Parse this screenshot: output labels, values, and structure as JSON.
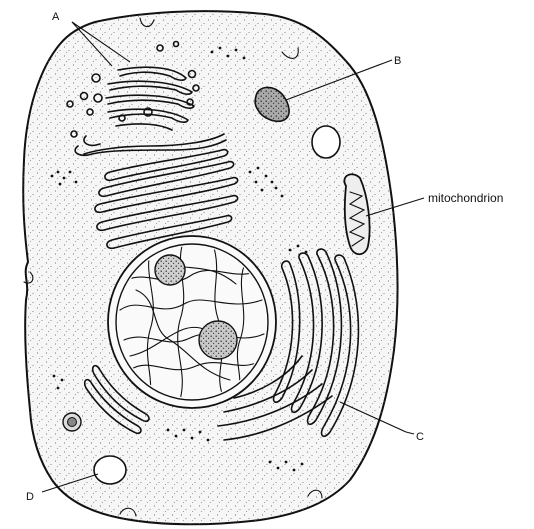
{
  "labels": {
    "a": "A",
    "b": "B",
    "c": "C",
    "d": "D",
    "mitochondrion": "mitochondrion"
  },
  "colors": {
    "ink": "#111111",
    "cytoplasm": "#f4f4f4",
    "nucleolus": "#bdbdbd"
  }
}
